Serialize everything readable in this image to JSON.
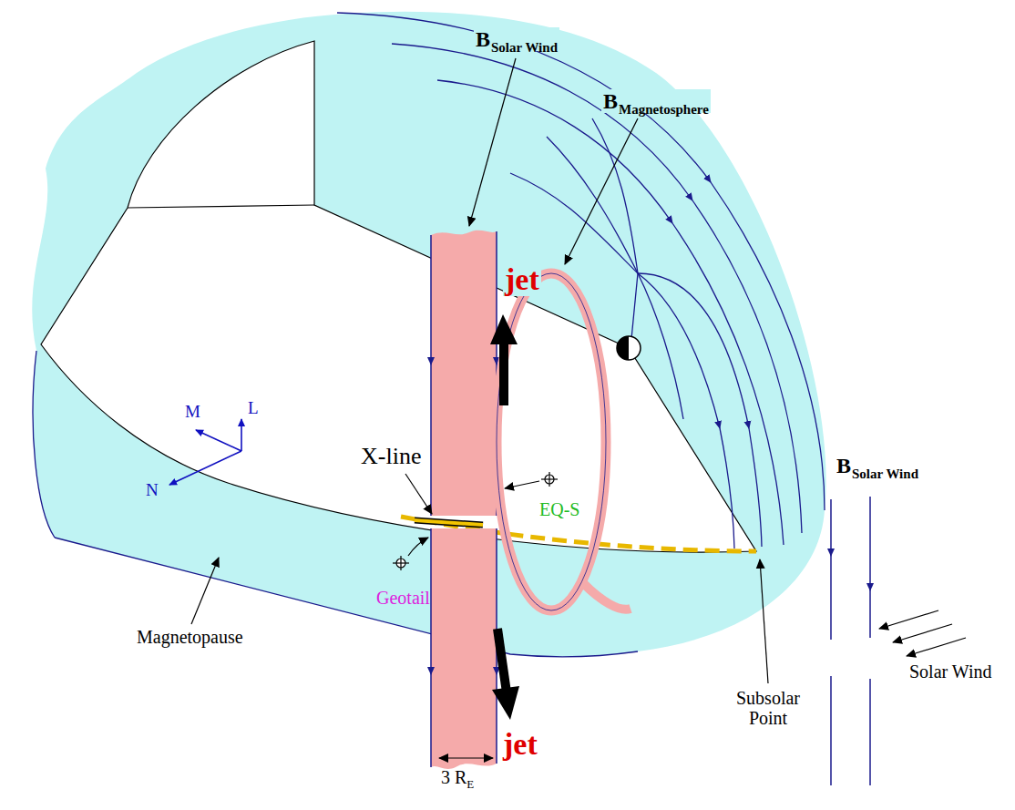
{
  "diagram": {
    "labels": [
      "B",
      "Solar Wind",
      "B",
      "Magnetosphere",
      "jet",
      "L",
      "M",
      "N",
      "X-line",
      "EQ-S",
      "Geotail",
      "Magnetopause",
      "B",
      "Solar Wind",
      "Solar Wind",
      "Subsolar Point",
      "jet",
      "3 R",
      "E"
    ]
  }
}
